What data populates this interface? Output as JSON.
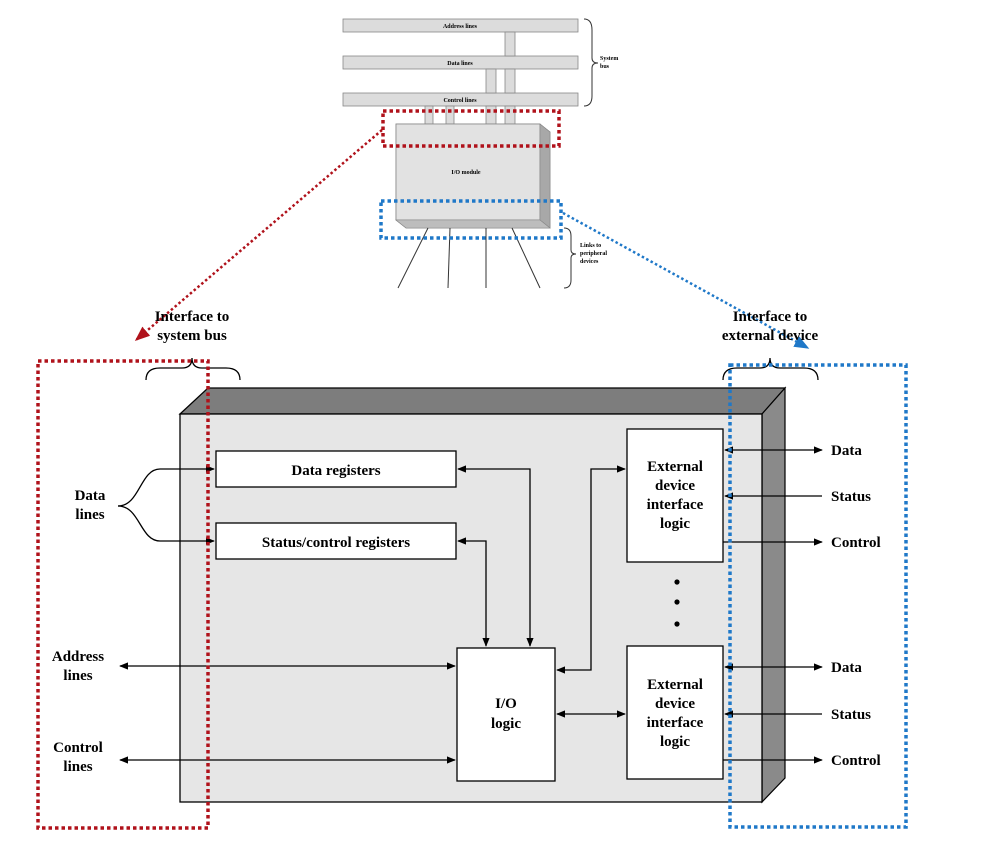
{
  "top": {
    "address_lines": "Address lines",
    "data_lines": "Data lines",
    "control_lines": "Control lines",
    "system_bus_1": "System",
    "system_bus_2": "bus",
    "io_module": "I/O module",
    "links_1": "Links to",
    "links_2": "peripheral",
    "links_3": "devices"
  },
  "interfaces": {
    "system_bus_1": "Interface to",
    "system_bus_2": "system bus",
    "external_1": "Interface to",
    "external_2": "external device"
  },
  "left_labels": {
    "data_1": "Data",
    "data_2": "lines",
    "address_1": "Address",
    "address_2": "lines",
    "control_1": "Control",
    "control_2": "lines"
  },
  "blocks": {
    "data_registers": "Data registers",
    "status_control_registers": "Status/control registers",
    "io_logic_1": "I/O",
    "io_logic_2": "logic",
    "ext_1": "External",
    "ext_2": "device",
    "ext_3": "interface",
    "ext_4": "logic"
  },
  "right_labels": {
    "data": "Data",
    "status": "Status",
    "control": "Control"
  },
  "colors": {
    "red_dotted": "#b0121b",
    "blue_dotted": "#1f78c8",
    "panel_face": "#e6e6e6",
    "panel_top": "#7d7d7d",
    "panel_side": "#8a8a8a"
  }
}
